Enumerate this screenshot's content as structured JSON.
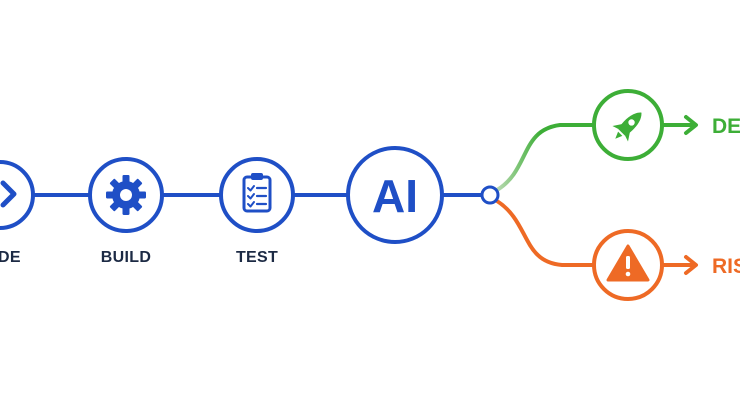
{
  "diagram": {
    "colors": {
      "primary": "#1f4fc6",
      "success": "#3dae37",
      "warning": "#ee6a25",
      "background": "#ffffff"
    },
    "stages": [
      {
        "label": "DE",
        "icon": "chevron-right-icon"
      },
      {
        "label": "BUILD",
        "icon": "gear-icon"
      },
      {
        "label": "TEST",
        "icon": "clipboard-checklist-icon"
      },
      {
        "label": "AI",
        "icon": ""
      }
    ],
    "outcomes": [
      {
        "label": "DE",
        "icon": "rocket-icon"
      },
      {
        "label": "RIS",
        "icon": "warning-triangle-icon"
      }
    ]
  }
}
